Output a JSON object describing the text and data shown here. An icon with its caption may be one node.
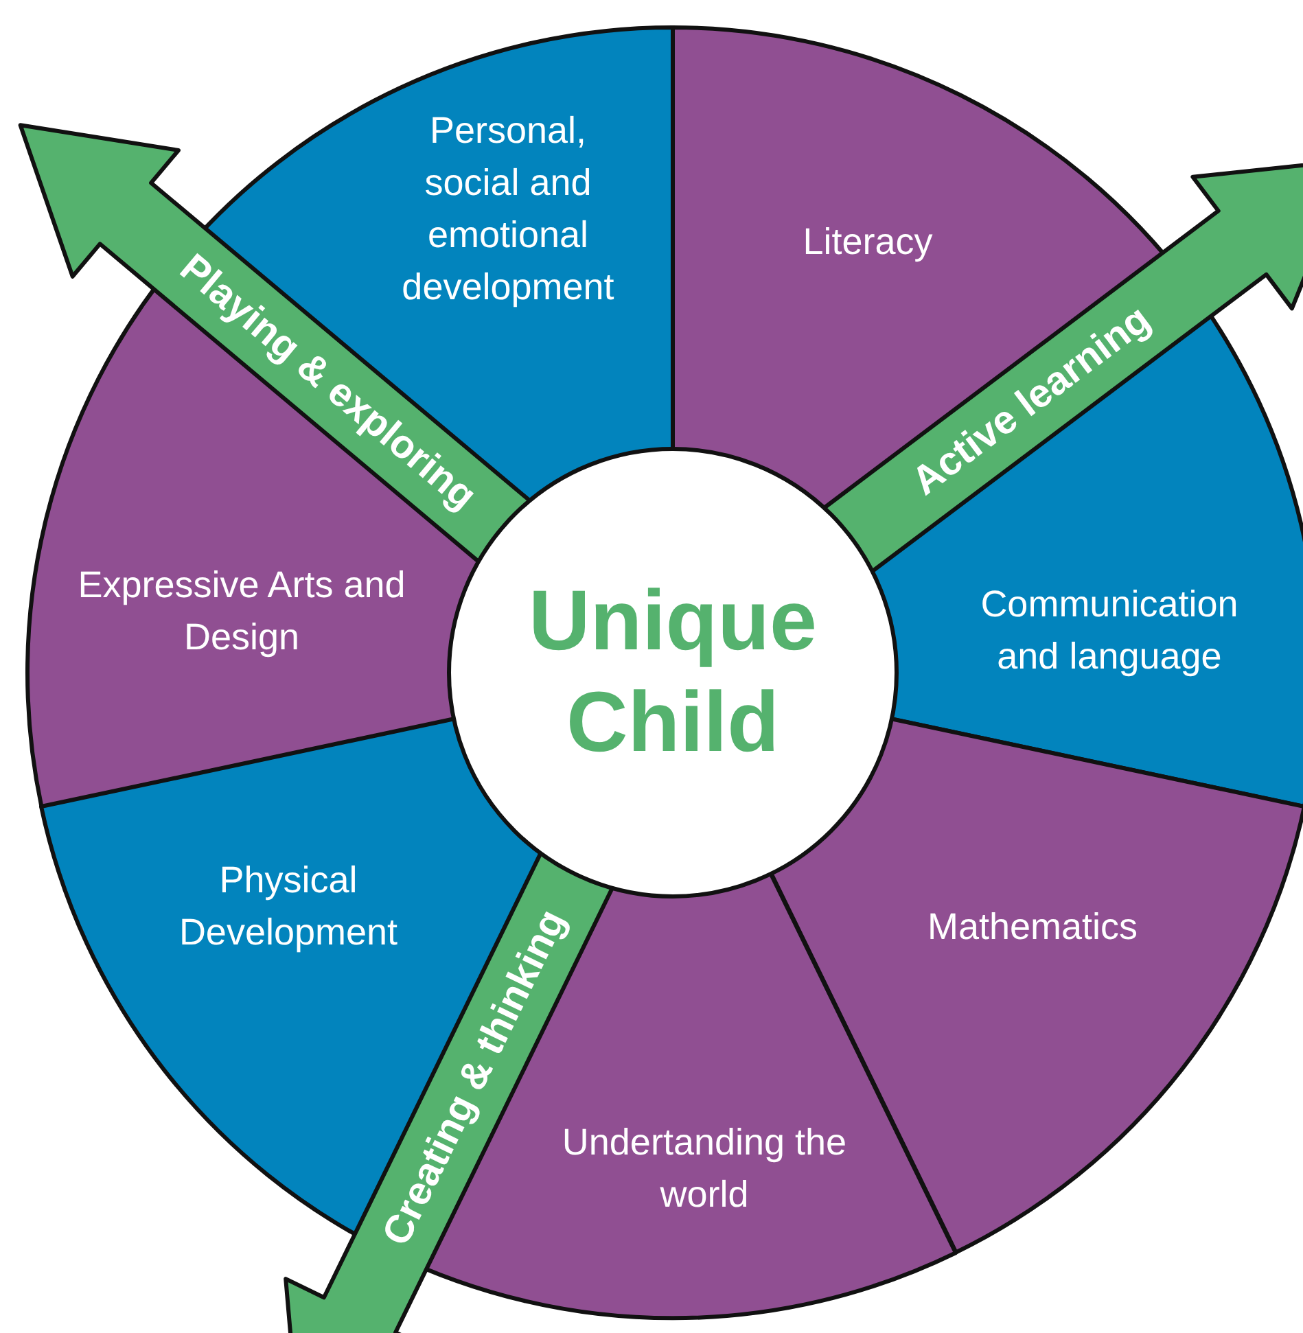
{
  "diagram": {
    "nodes": [
      {
        "text": [
          "Personal, social and emotional development"
        ]
      },
      {
        "text": [
          "Literacy"
        ]
      },
      {
        "text": [
          "Playing & exploring"
        ]
      },
      {
        "text": [
          "Active learning"
        ]
      },
      {
        "text": [
          "Expressive Arts and Design"
        ]
      },
      {
        "text": [
          "Unique Child"
        ]
      },
      {
        "text": [
          "Communication and language"
        ]
      },
      {
        "text": [
          "Physical Development"
        ]
      },
      {
        "text": [
          "Mathematics"
        ]
      },
      {
        "text": [
          "Creating & thinking"
        ]
      },
      {
        "text": [
          "Undertanding the world"
        ]
      }
    ]
  }
}
